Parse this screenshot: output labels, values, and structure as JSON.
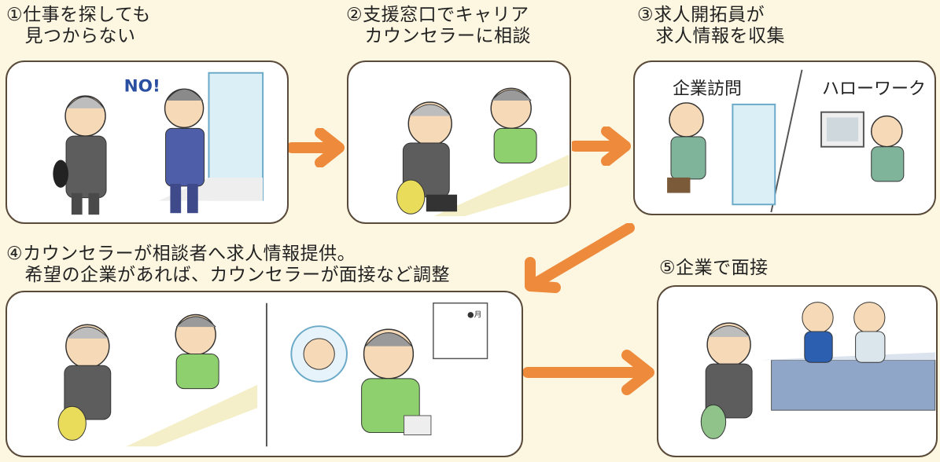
{
  "steps": [
    {
      "label": "①仕事を探しても\n　見つからない"
    },
    {
      "label": "②支援窓口でキャリア\n　カウンセラーに相談"
    },
    {
      "label": "③求人開拓員が\n　求人情報を収集"
    },
    {
      "label": "④カウンセラーが相談者へ求人情報提供。\n　希望の企業があれば、カウンセラーが面接など調整"
    },
    {
      "label": "⑤企業で面接"
    }
  ],
  "panel3": {
    "left_label": "企業訪問",
    "right_label": "ハローワーク"
  },
  "panel1": {
    "bubble_text": "NO!"
  },
  "panel4": {
    "calendar_text": "●月"
  },
  "colors": {
    "arrow": "#ee8a3c",
    "background": "#fdf7e1",
    "border": "#5a4a3a"
  }
}
